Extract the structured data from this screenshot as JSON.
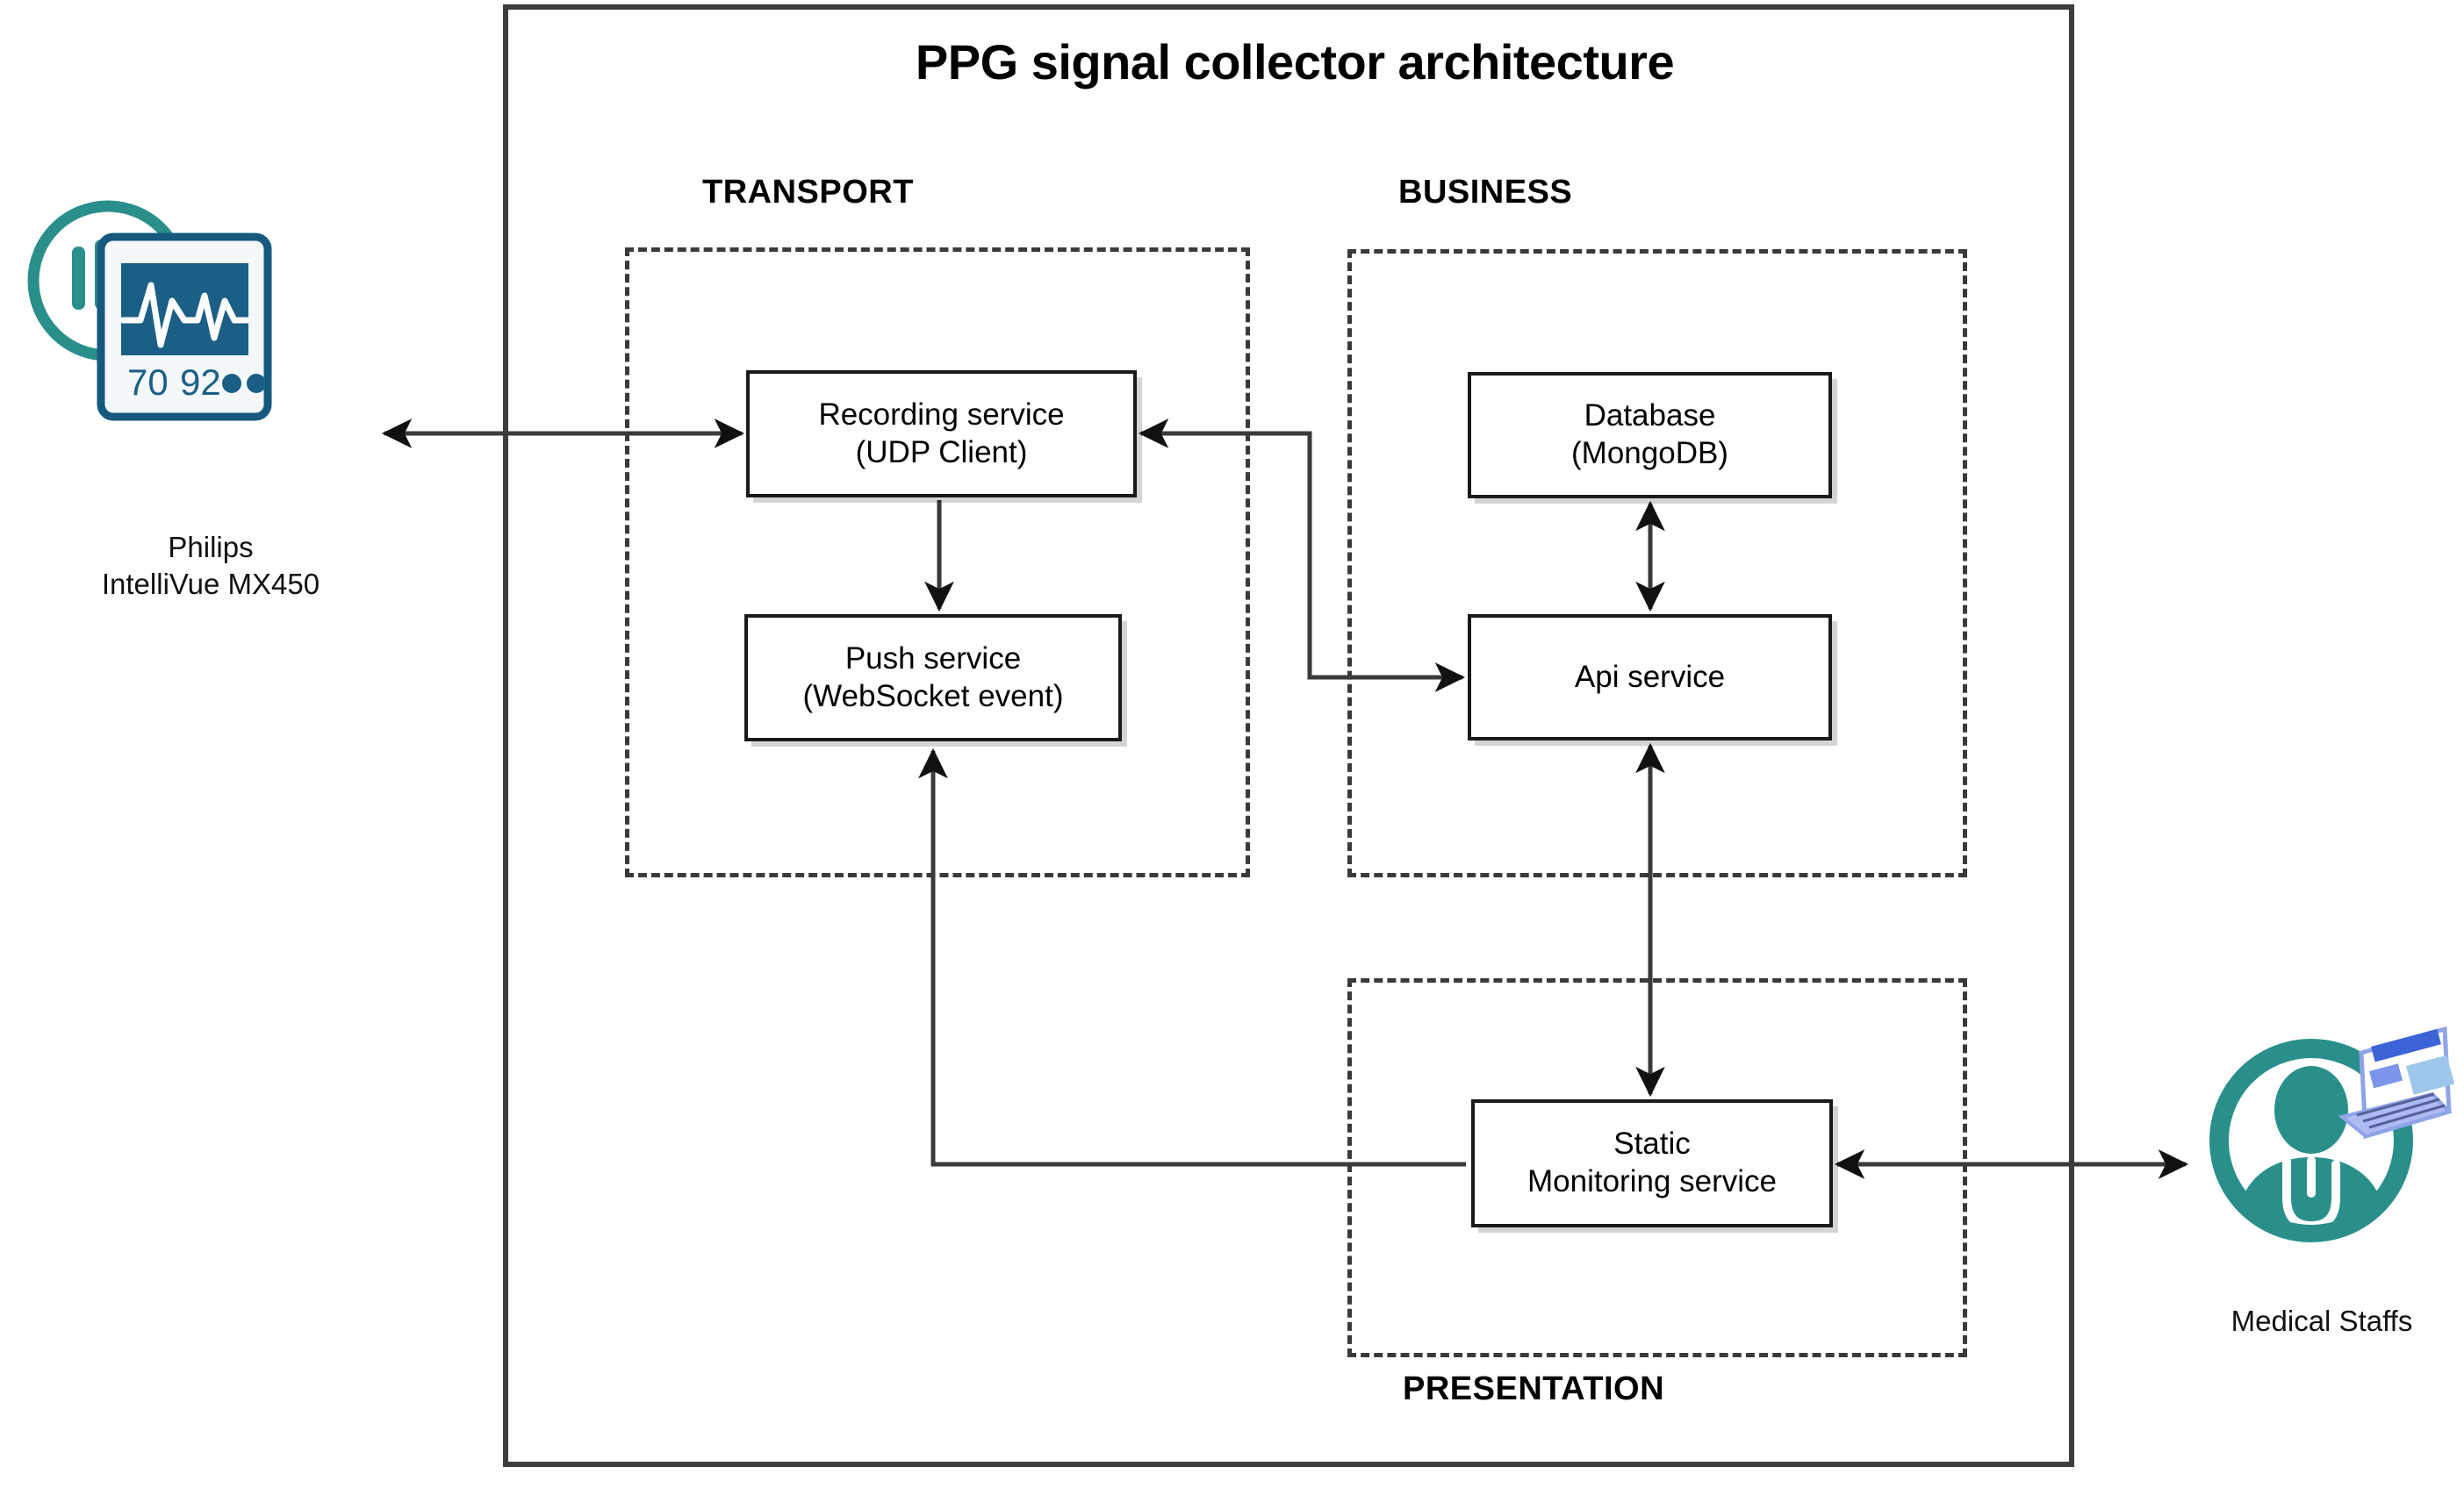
{
  "diagram": {
    "title": "PPG signal collector architecture",
    "type": "layered-architecture-diagram",
    "accent_color": "#2a8f8a",
    "monitor_color": "#1b5f86",
    "node_border_color": "#1a1a1a",
    "frame_color": "#3d3d3d"
  },
  "layers": [
    {
      "id": "transport",
      "label": "TRANSPORT",
      "nodes": [
        "recording-service",
        "push-service"
      ]
    },
    {
      "id": "business",
      "label": "BUSINESS",
      "nodes": [
        "database",
        "api-service"
      ]
    },
    {
      "id": "presentation",
      "label": "PRESENTATION",
      "nodes": [
        "static-monitoring-service"
      ]
    }
  ],
  "nodes": {
    "recording": {
      "line1": "Recording service",
      "line2": "(UDP Client)"
    },
    "push": {
      "line1": "Push service",
      "line2": "(WebSocket event)"
    },
    "database": {
      "line1": "Database",
      "line2": "(MongoDB)"
    },
    "api": {
      "line1": "Api service",
      "line2": ""
    },
    "static": {
      "line1": "Static",
      "line2": "Monitoring service"
    }
  },
  "actors": {
    "monitor": {
      "icon": "patient-monitor-icon",
      "caption_line1": "Philips",
      "caption_line2": "IntelliVue MX450",
      "display_value_hr": "70",
      "display_value_spo2": "92"
    },
    "staff": {
      "icon": "medical-staff-icon",
      "caption_line1": "Medical Staffs",
      "caption_line2": ""
    }
  },
  "connections": [
    {
      "from": "Philips IntelliVue MX450",
      "to": "Recording service (UDP Client)",
      "direction": "bidirectional"
    },
    {
      "from": "Recording service (UDP Client)",
      "to": "Push service (WebSocket event)",
      "direction": "down"
    },
    {
      "from": "Api service",
      "to": "Recording service (UDP Client)",
      "direction": "bidirectional-elbow"
    },
    {
      "from": "Database (MongoDB)",
      "to": "Api service",
      "direction": "bidirectional"
    },
    {
      "from": "Api service",
      "to": "Static Monitoring service",
      "direction": "bidirectional"
    },
    {
      "from": "Static Monitoring service",
      "to": "Push service (WebSocket event)",
      "direction": "elbow-left-up"
    },
    {
      "from": "Medical Staffs",
      "to": "Static Monitoring service",
      "direction": "bidirectional"
    }
  ]
}
